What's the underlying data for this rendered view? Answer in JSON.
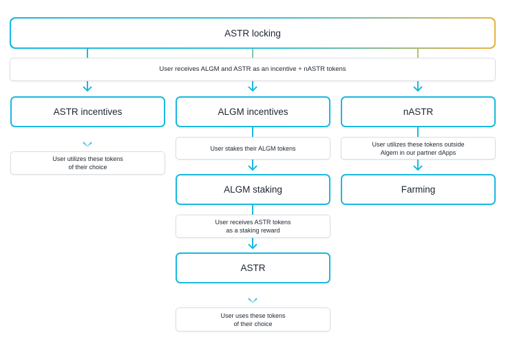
{
  "title": "ASTR locking",
  "incentive_note": "User receives ALGM and ASTR as an incentive + nASTR tokens",
  "columns": {
    "astr_incentives": {
      "label": "ASTR incentives",
      "note": "User utilizes these tokens\nof their choice"
    },
    "algm_incentives": {
      "label": "ALGM incentives",
      "note_stake": "User stakes their ALGM tokens",
      "staking_label": "ALGM staking",
      "note_reward": "User receives ASTR tokens\nas a staking reward",
      "astr_label": "ASTR",
      "note_uses": "User uses these tokens\nof their choice"
    },
    "nastr": {
      "label": "nASTR",
      "note": "User utilizes these tokens outside\nAlgem in our partner dApps",
      "farming_label": "Farming"
    }
  },
  "colors": {
    "accent": "#18b8e0",
    "accent_faded": "#b9e3ee",
    "gradient_end": "#e8b341",
    "box_border": "#d9dde2"
  }
}
